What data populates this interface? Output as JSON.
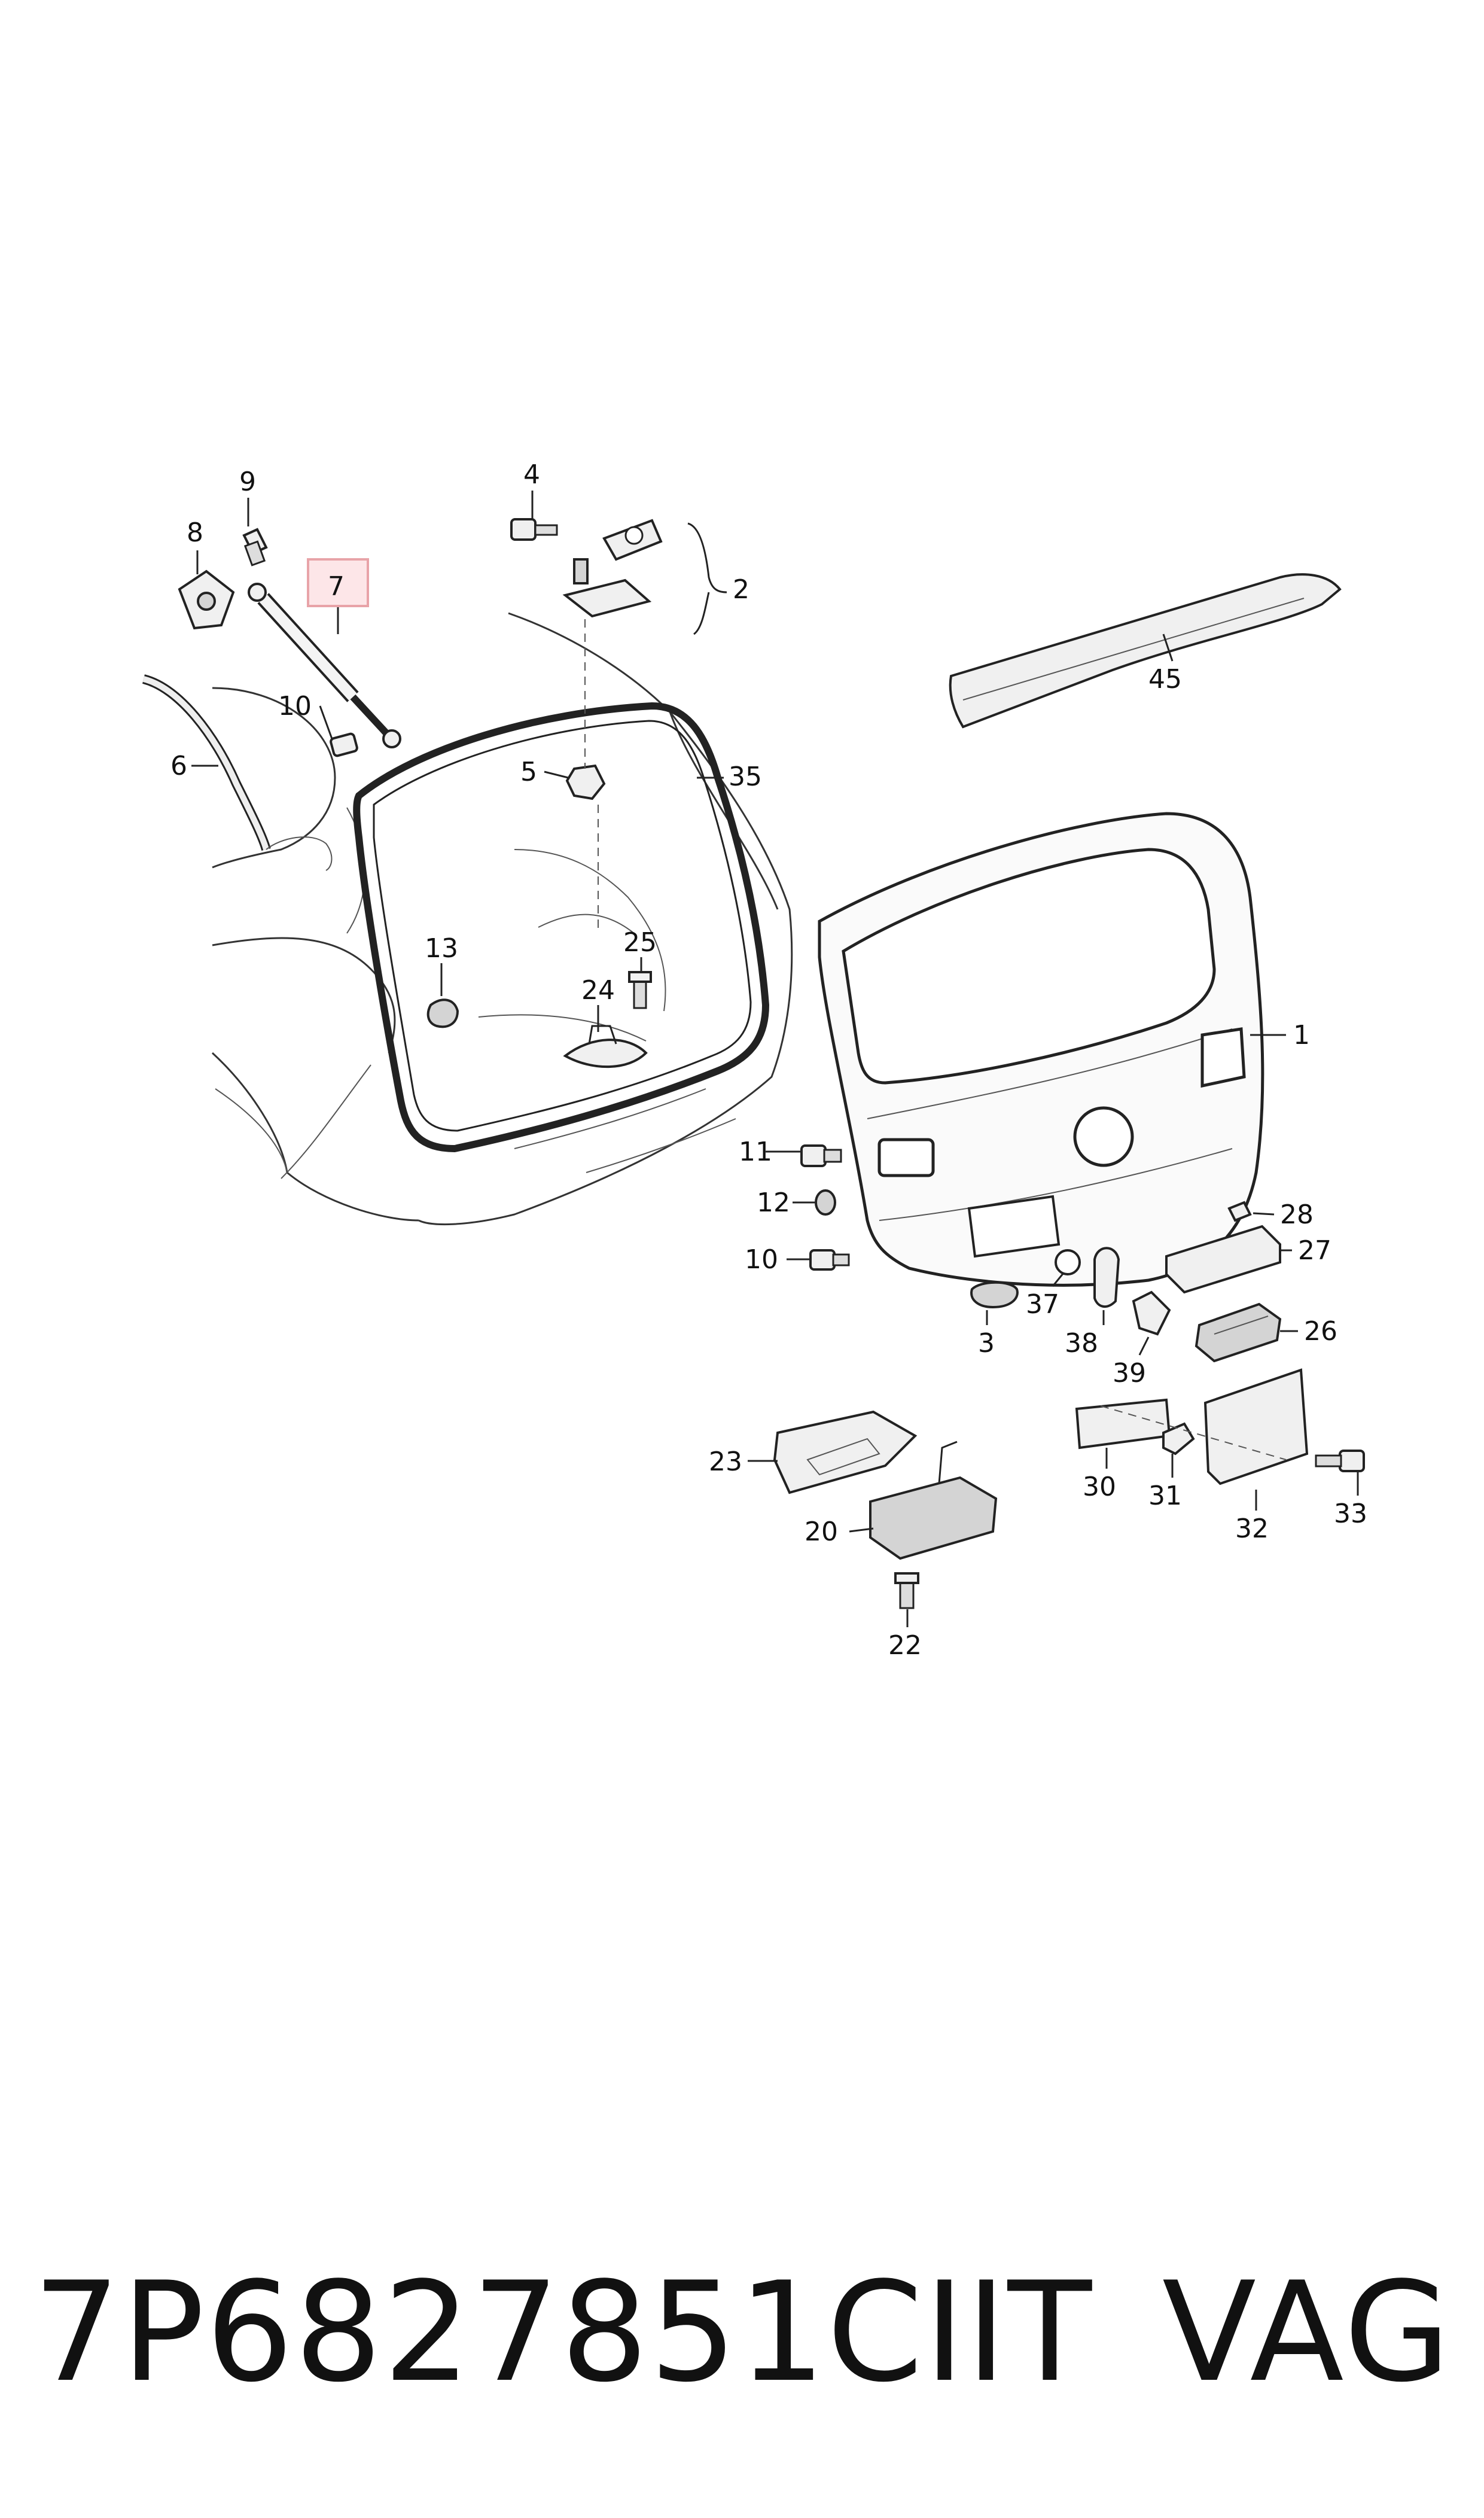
{
  "diagram": {
    "highlighted_part": "7",
    "callouts": [
      "1",
      "2",
      "3",
      "4",
      "5",
      "6",
      "7",
      "8",
      "9",
      "10",
      "10",
      "11",
      "12",
      "13",
      "20",
      "22",
      "23",
      "24",
      "25",
      "26",
      "27",
      "28",
      "30",
      "31",
      "32",
      "33",
      "35",
      "37",
      "38",
      "39",
      "45"
    ],
    "highlight_color": "#e8a3a8"
  },
  "footer": {
    "part_number": "7P6827851CIIT",
    "brand": "VAG"
  }
}
